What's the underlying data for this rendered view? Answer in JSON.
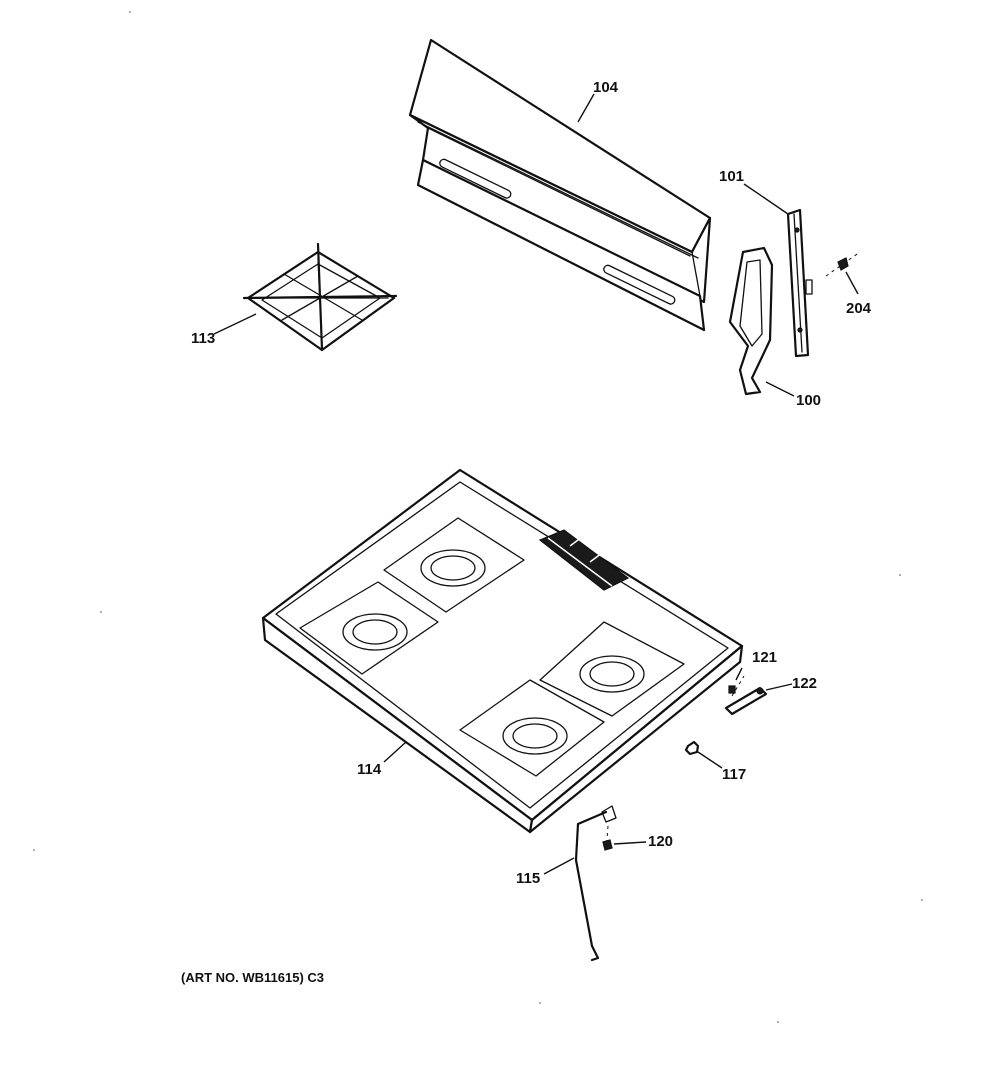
{
  "diagram": {
    "callouts": {
      "backguard": "104",
      "end_cap_right": "101",
      "screw_top": "204",
      "end_cap_trim": "100",
      "burner_grate": "113",
      "cooktop": "114",
      "screw_small": "121",
      "bracket": "122",
      "nut": "117",
      "screw_rod": "120",
      "support_rod": "115"
    },
    "art_number": "(ART NO. WB11615) C3"
  }
}
